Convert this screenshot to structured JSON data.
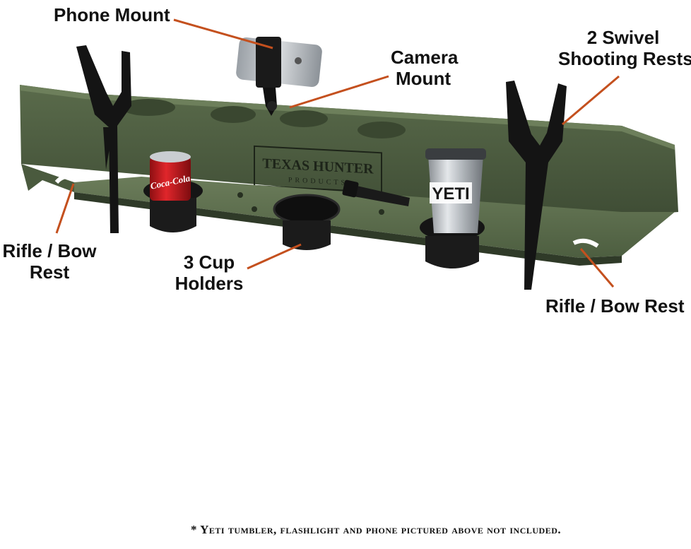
{
  "brand": {
    "logo_line1": "TEXAS HUNTER",
    "logo_line2": "PRODUCTS"
  },
  "callouts": {
    "phone_mount": "Phone Mount",
    "camera_mount_line1": "Camera",
    "camera_mount_line2": "Mount",
    "swivel_line1": "2 Swivel",
    "swivel_line2": "Shooting Rests",
    "rest_left_line1": "Rifle / Bow",
    "rest_left_line2": "Rest",
    "cups_line1": "3 Cup",
    "cups_line2": "Holders",
    "rest_right": "Rifle / Bow Rest"
  },
  "items": {
    "can_text": "Coca-Cola",
    "tumbler_text": "YETI"
  },
  "footnote": "* Yeti tumbler, flashlight and phone pictured above not included.",
  "colors": {
    "shelf_green": "#4a5a3e",
    "shelf_dark": "#2f3a28",
    "arrow": "#c4501e",
    "text": "#111111"
  }
}
